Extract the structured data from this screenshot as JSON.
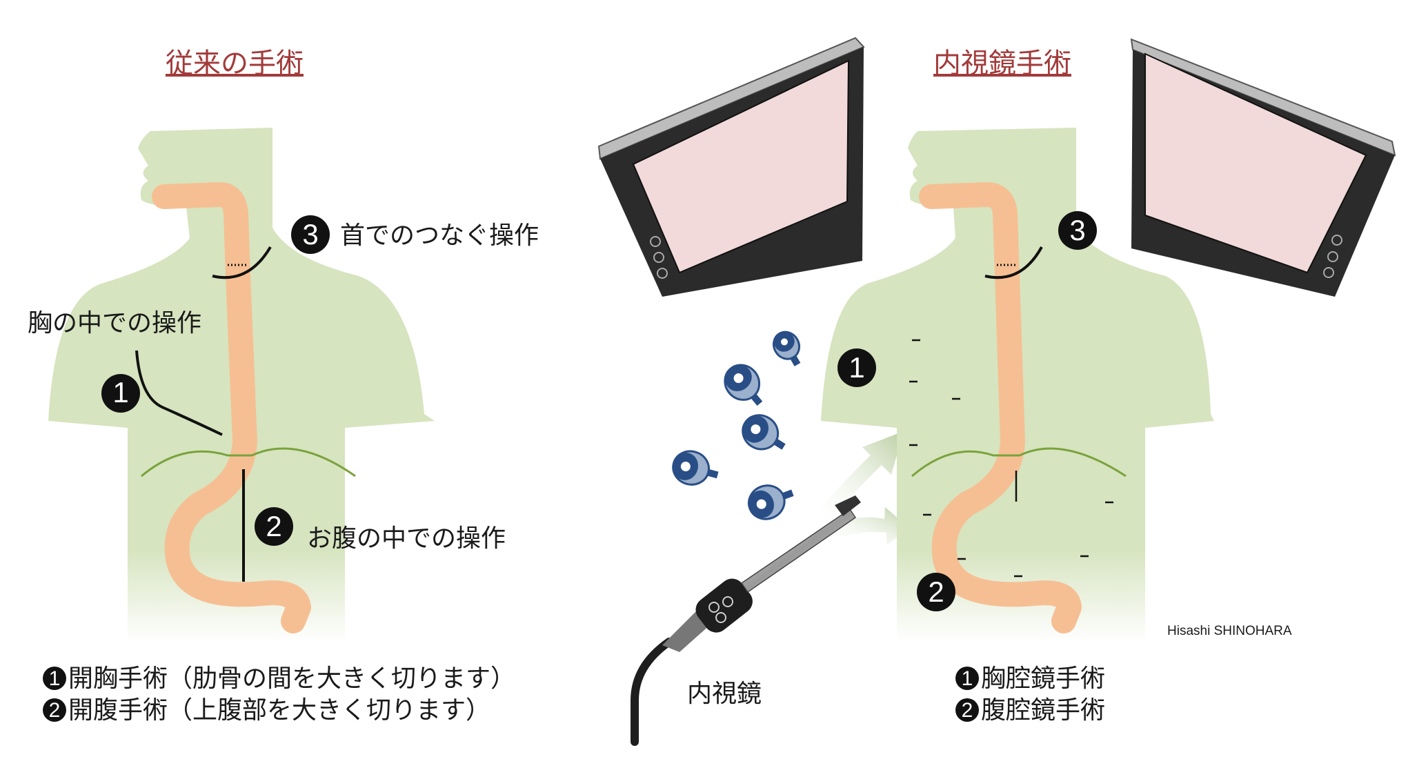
{
  "left_panel": {
    "title": "従来の手術",
    "badge_1": "1",
    "badge_2": "2",
    "badge_3": "3",
    "label_neck": "首でのつなぐ操作",
    "label_chest": "胸の中での操作",
    "label_abdomen": "お腹の中での操作",
    "notes": [
      {
        "num": "1",
        "text": "開胸手術（肋骨の間を大きく切ります）"
      },
      {
        "num": "2",
        "text": "開腹手術（上腹部を大きく切ります）"
      }
    ]
  },
  "right_panel": {
    "title": "内視鏡手術",
    "badge_1": "1",
    "badge_2": "2",
    "badge_3": "3",
    "endoscope_label": "内視鏡",
    "credit": "Hisashi SHINOHARA",
    "notes": [
      {
        "num": "1",
        "text": "胸腔鏡手術"
      },
      {
        "num": "2",
        "text": "腹腔鏡手術"
      }
    ]
  },
  "colors": {
    "body": "#d6e4bf",
    "esophagus": "#f6bf93",
    "diaphragm": "#7aa23c",
    "monitor_screen": "#f2dada",
    "trocar": "#294e86",
    "title": "#a23a3a"
  }
}
